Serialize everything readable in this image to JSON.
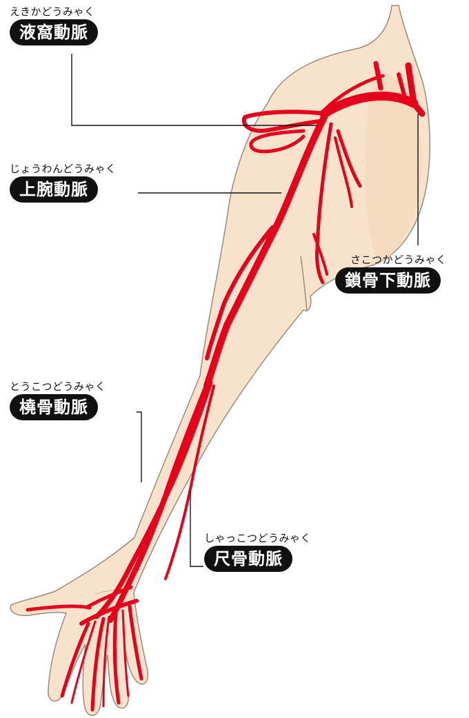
{
  "colors": {
    "skin": "#f7e3cc",
    "skin_outline": "#9a8a7a",
    "artery": "#e6001b",
    "leader_line": "#111111",
    "label_bg": "#111111",
    "label_text": "#ffffff"
  },
  "labels": {
    "axillary": {
      "reading": "えきかどうみゃく",
      "name": "液窩動脈"
    },
    "brachial": {
      "reading": "じょうわんどうみゃく",
      "name": "上腕動脈"
    },
    "subclavian": {
      "reading": "さこつかどうみゃく",
      "name": "鎖骨下動脈"
    },
    "radial": {
      "reading": "とうこつどうみゃく",
      "name": "橈骨動脈"
    },
    "ulnar": {
      "reading": "しゃっこつどうみゃく",
      "name": "尺骨動脈"
    }
  }
}
